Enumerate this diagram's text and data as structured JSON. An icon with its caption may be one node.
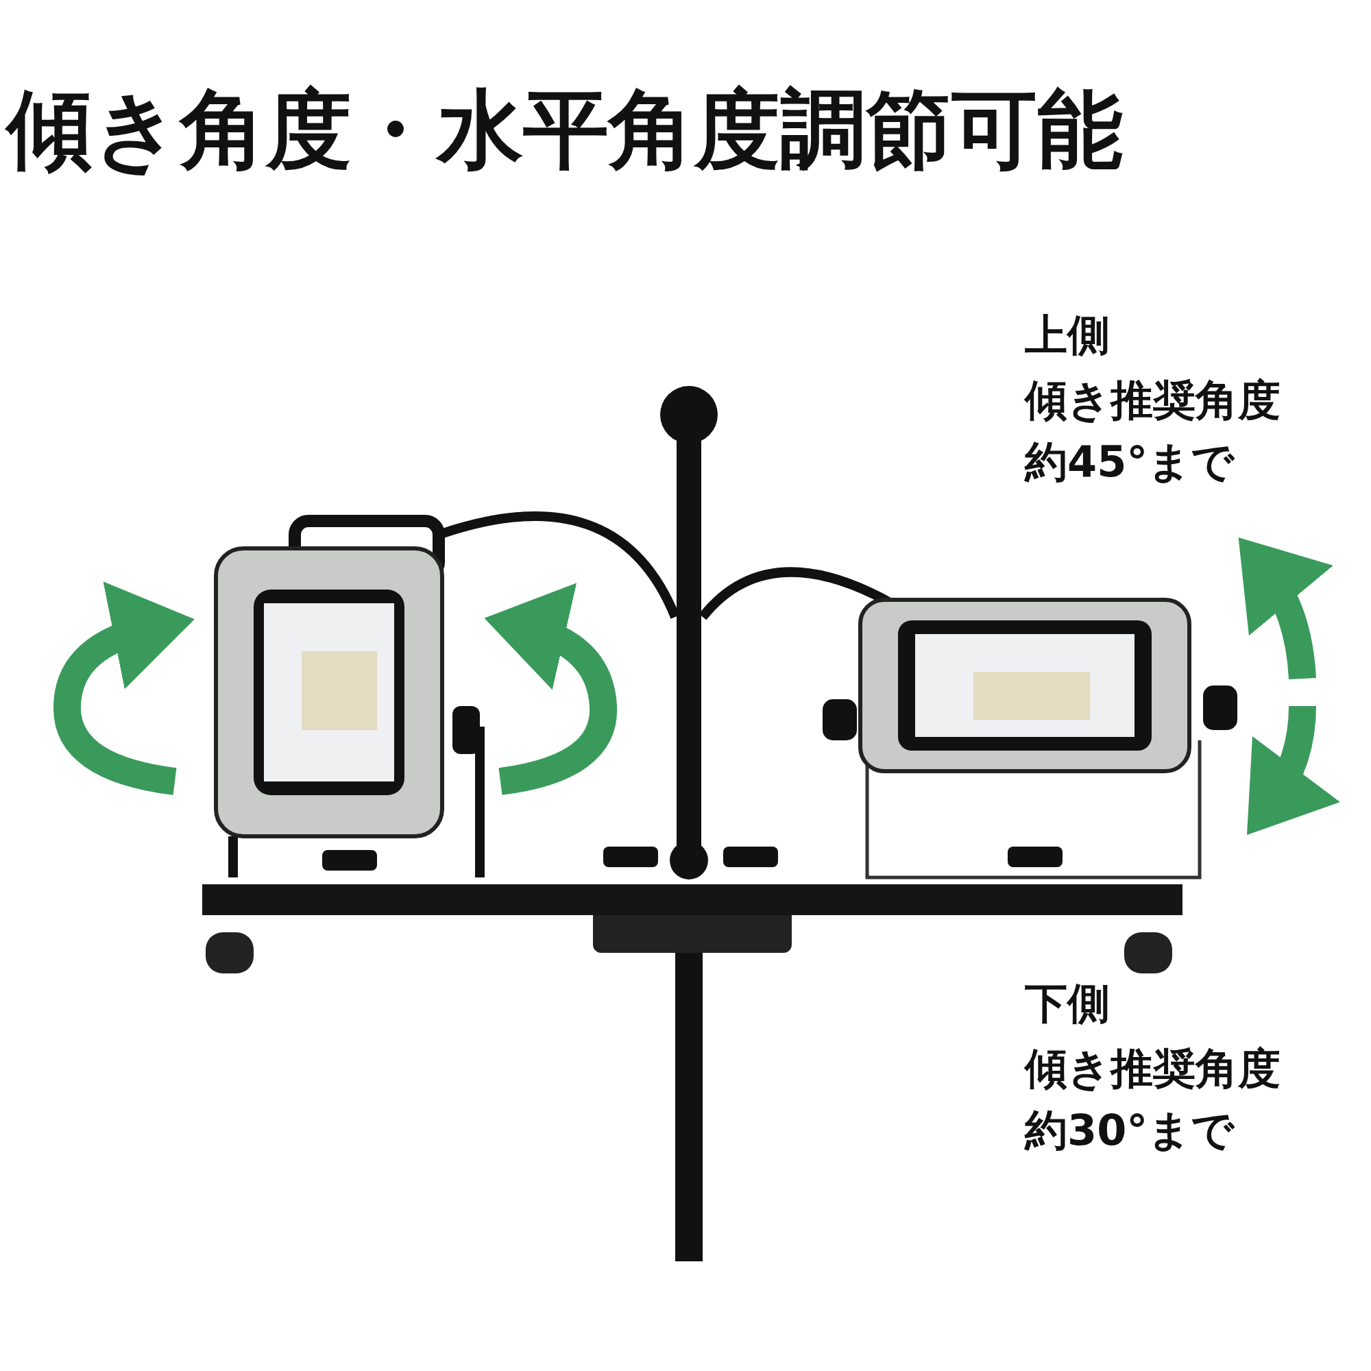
{
  "diagram": {
    "title": "傾き角度・水平角度調節可能",
    "labels": [
      "上側",
      "傾き推奨角度",
      "約45°まで",
      "下側",
      "傾き推奨角度",
      "約30°まで"
    ]
  }
}
